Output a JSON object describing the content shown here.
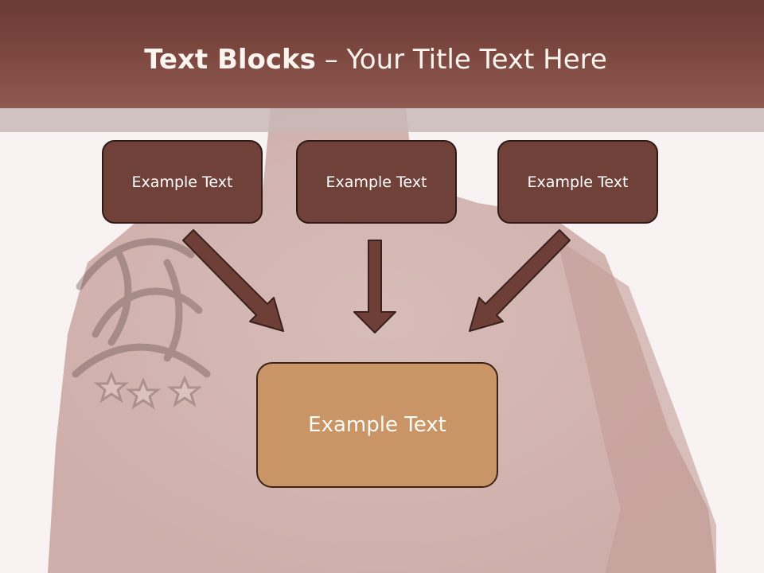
{
  "slide": {
    "title_bold": "Text Blocks",
    "title_dash": " – ",
    "title_rest": "Your Title Text Here",
    "boxes": [
      {
        "label": "Example Text"
      },
      {
        "label": "Example Text"
      },
      {
        "label": "Example Text"
      }
    ],
    "main_box": {
      "label": "Example Text"
    }
  },
  "colors": {
    "title_bar": "#7c4840",
    "top_box_fill": "#704139",
    "main_box_fill": "#c99466",
    "arrow_fill": "#6e3f37",
    "background": "#f8f3f2"
  },
  "icons": [
    "arrow-down-right-icon",
    "arrow-down-icon",
    "arrow-down-left-icon"
  ]
}
